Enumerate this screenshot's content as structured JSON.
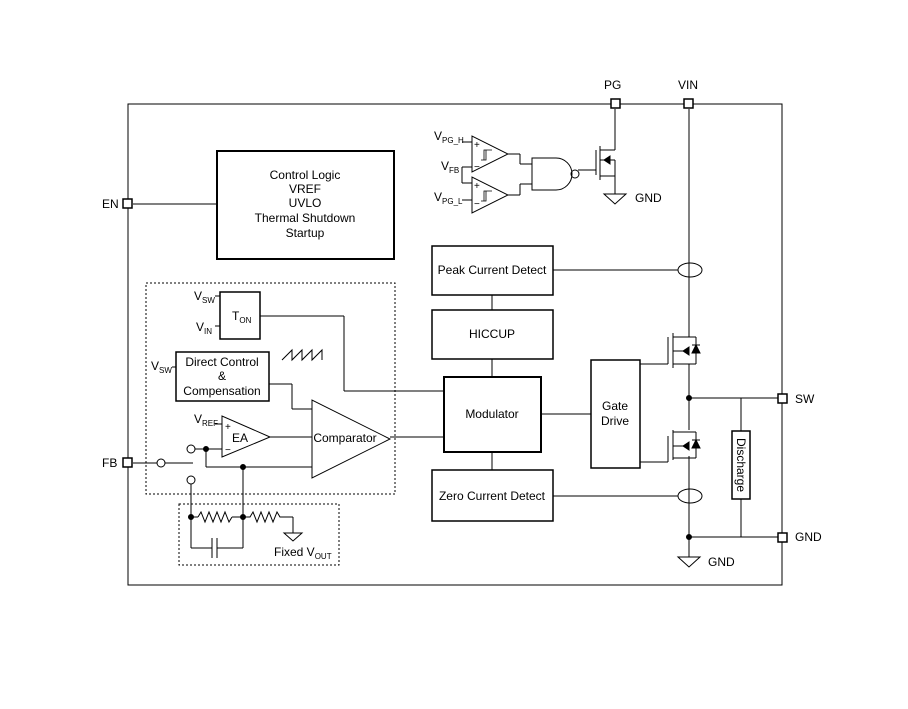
{
  "pins": {
    "en": "EN",
    "fb": "FB",
    "pg": "PG",
    "vin": "VIN",
    "sw": "SW",
    "gnd_out": "GND"
  },
  "blocks": {
    "control_logic": [
      "Control Logic",
      "VREF",
      "UVLO",
      "Thermal Shutdown",
      "Startup"
    ],
    "peak_current_detect": "Peak Current Detect",
    "hiccup": "HICCUP",
    "modulator": "Modulator",
    "zero_current_detect": "Zero Current Detect",
    "gate_drive": [
      "Gate",
      "Drive"
    ],
    "discharge": "Discharge",
    "direct_control": [
      "Direct Control",
      "&",
      "Compensation"
    ],
    "comparator": "Comparator",
    "ea": "EA",
    "ton": {
      "main": "T",
      "sub": "ON"
    }
  },
  "labels": {
    "vpg_h": {
      "main": "V",
      "sub": "PG_H"
    },
    "vfb": {
      "main": "V",
      "sub": "FB"
    },
    "vpg_l": {
      "main": "V",
      "sub": "PG_L"
    },
    "vsw_ton": {
      "main": "V",
      "sub": "SW"
    },
    "vin_ton": {
      "main": "V",
      "sub": "IN"
    },
    "vsw_dc": {
      "main": "V",
      "sub": "SW"
    },
    "vref": {
      "main": "V",
      "sub": "REF"
    },
    "fixed_vout": {
      "main": "Fixed V",
      "sub": "OUT"
    },
    "gnd_pg": "GND",
    "gnd_ls": "GND",
    "plus": "+",
    "minus": "−"
  }
}
